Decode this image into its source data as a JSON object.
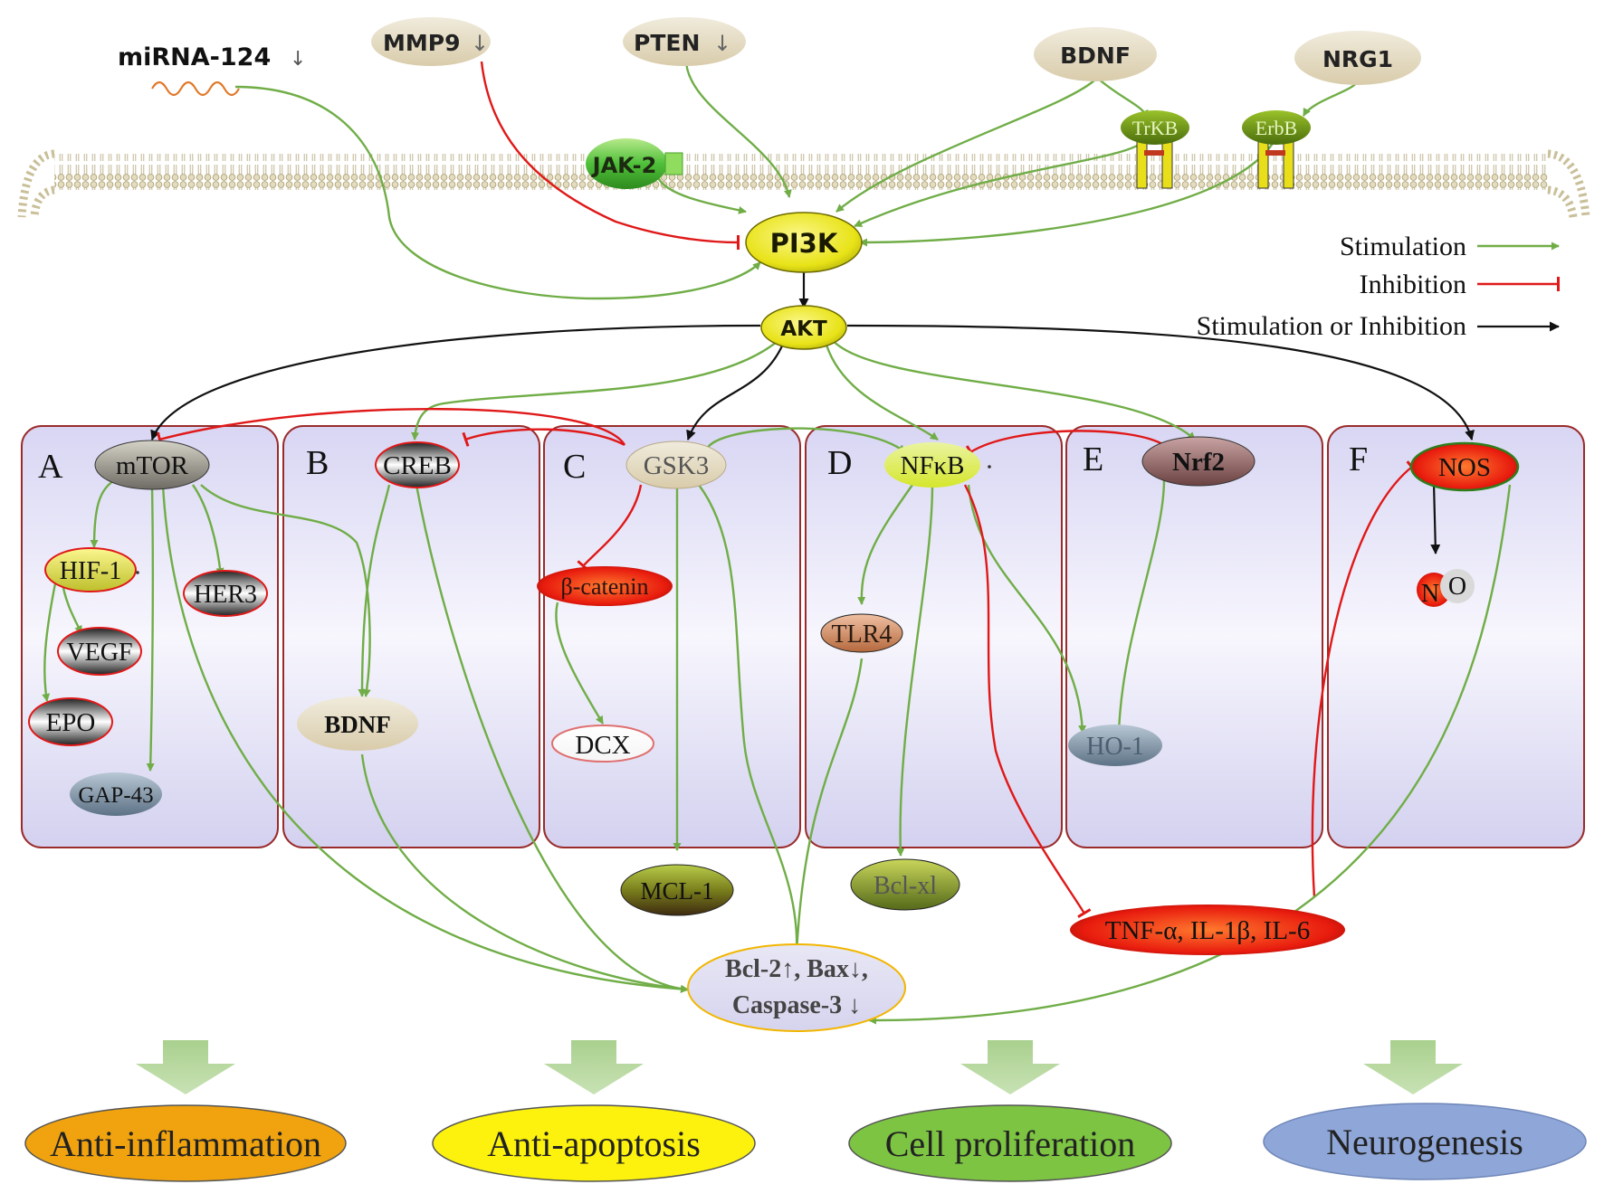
{
  "top_inputs": {
    "mirna": "miRNA-124",
    "mirna_arrow": "↓",
    "mmp9": "MMP9",
    "mmp9_arrow": "↓",
    "pten": "PTEN",
    "pten_arrow": "↓",
    "bdnf": "BDNF",
    "nrg1": "NRG1"
  },
  "membrane": {
    "jak2": "JAK-2",
    "trkb": "TrKB",
    "erbb": "ErbB"
  },
  "core": {
    "pi3k": "PI3K",
    "akt": "AKT"
  },
  "legend": {
    "stimulation": "Stimulation",
    "inhibition": "Inhibition",
    "stim_or_inhib": "Stimulation or Inhibition",
    "colors": {
      "stimulation": "#70ad47",
      "inhibition": "#e01818",
      "stim_or_inhib": "#111111"
    }
  },
  "panels": {
    "A": {
      "letter": "A",
      "head": "mTOR",
      "items": [
        "HIF-1",
        "VEGF",
        "EPO",
        "GAP-43",
        "HER3"
      ]
    },
    "B": {
      "letter": "B",
      "head": "CREB",
      "items": [
        "BDNF"
      ]
    },
    "C": {
      "letter": "C",
      "head": "GSK3",
      "items": [
        "β-catenin",
        "DCX"
      ]
    },
    "D": {
      "letter": "D",
      "head": "NFκB",
      "items": [
        "TLR4"
      ]
    },
    "E": {
      "letter": "E",
      "head": "Nrf2",
      "items": [
        "HO-1"
      ]
    },
    "F": {
      "letter": "F",
      "head": "NOS",
      "items": [
        "N",
        "O"
      ]
    }
  },
  "below_panels": {
    "mcl1": "MCL-1",
    "bclxl": "Bcl-xl",
    "cytokines": "TNF-α, IL-1β, IL-6",
    "apoptosis_line1": "Bcl-2↑, Bax↓,",
    "apoptosis_line2": "Caspase-3 ↓"
  },
  "outcomes": [
    "Anti-inflammation",
    "Anti-apoptosis",
    "Cell proliferation",
    "Neurogenesis"
  ]
}
